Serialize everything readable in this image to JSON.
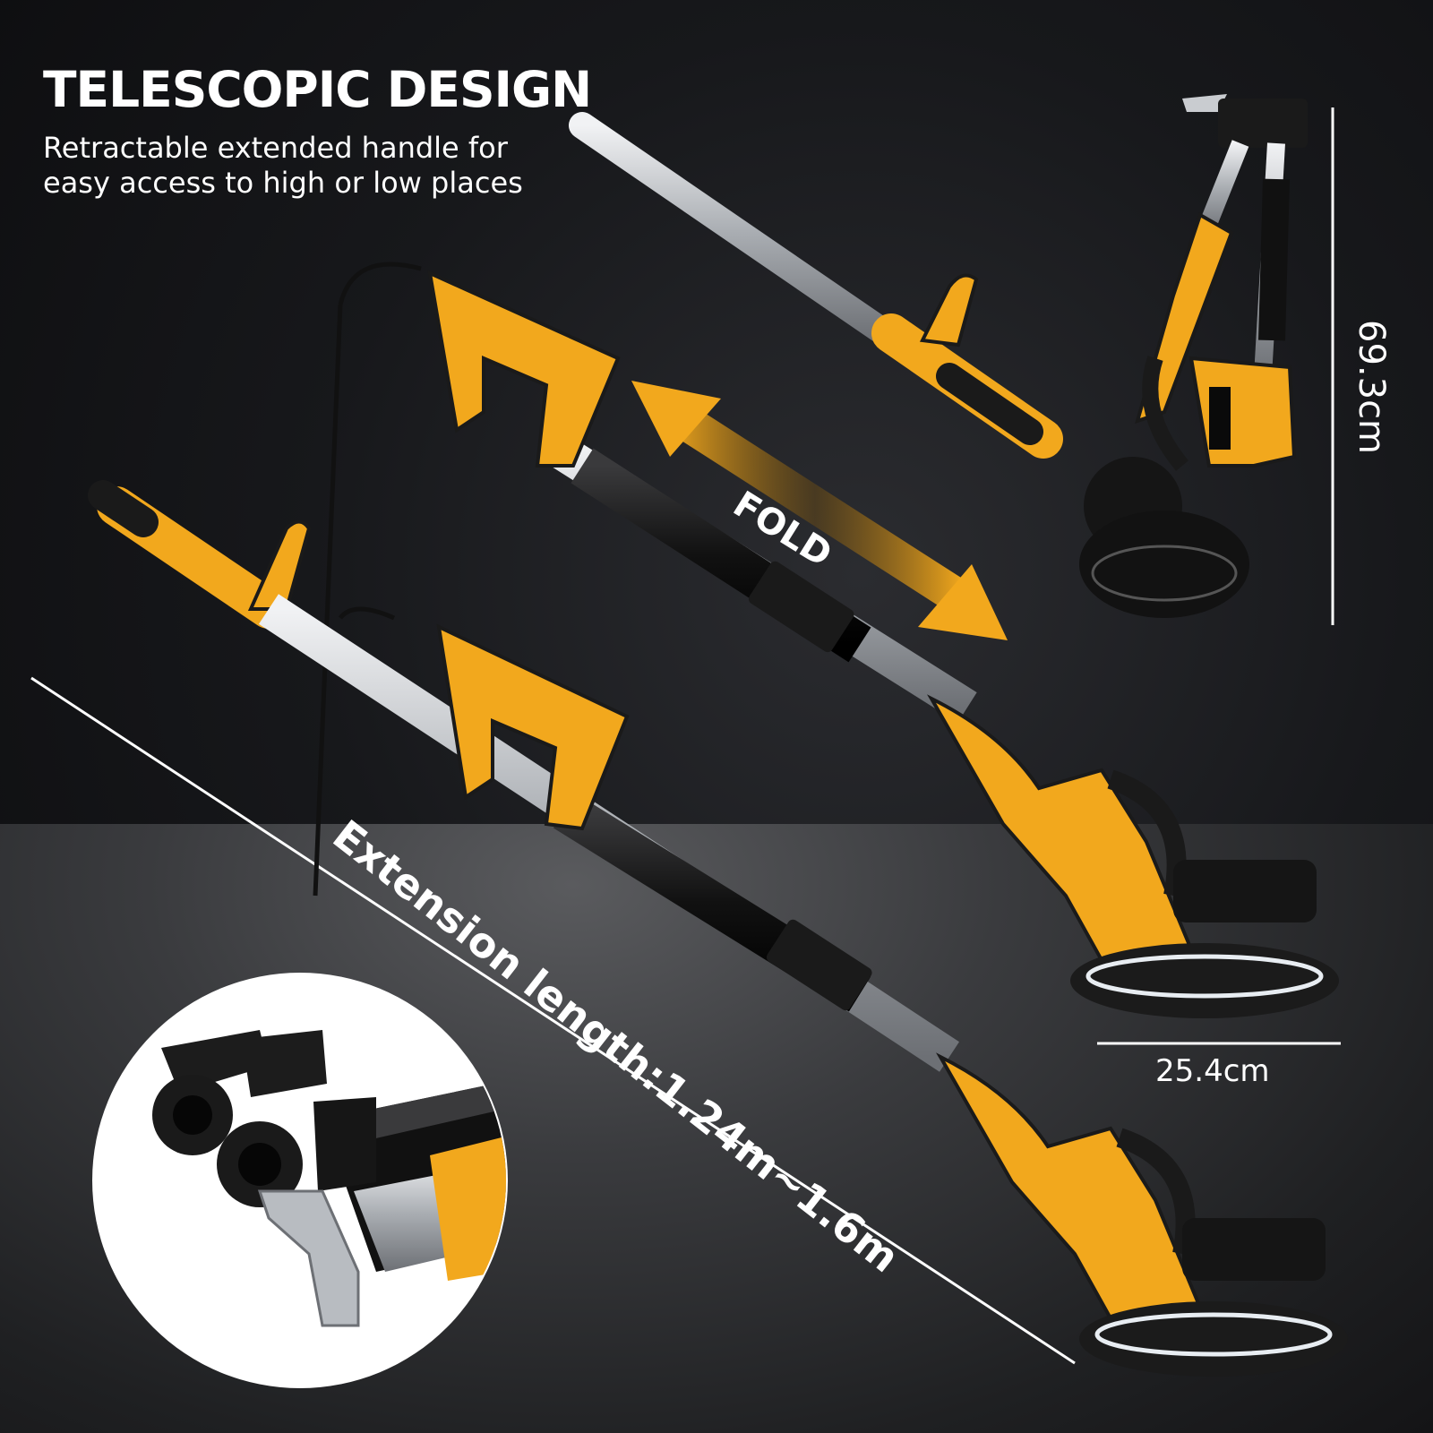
{
  "header": {
    "title": "TELESCOPIC DESIGN",
    "subtitle": "Retractable extended handle for easy access to high or low places"
  },
  "labels": {
    "fold": "FOLD",
    "extension_length": "Extension length:1.24m~1.6m",
    "folded_height": "69.3cm",
    "pad_diameter": "25.4cm"
  },
  "colors": {
    "accent": "#f2a81d",
    "tool_body": "#f2a81d",
    "tool_dark": "#141414",
    "pole_silver": "#c9ccd0",
    "text": "#ffffff"
  }
}
